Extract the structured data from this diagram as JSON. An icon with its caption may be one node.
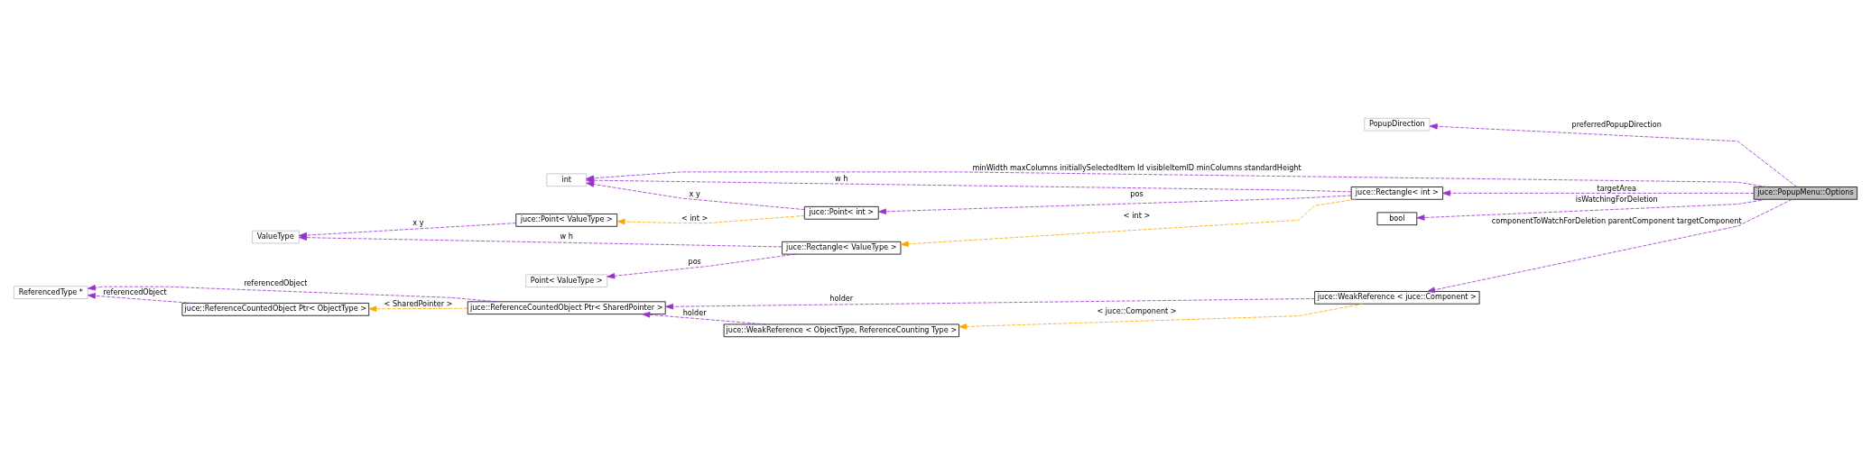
{
  "diagram": {
    "nodes": [
      {
        "text": [
          "juce::PopupMenu::Options"
        ]
      },
      {
        "text": [
          "PopupDirection"
        ]
      },
      {
        "text": [
          "int"
        ]
      },
      {
        "text": [
          "juce::Rectangle< int >"
        ]
      },
      {
        "text": [
          "bool"
        ]
      },
      {
        "text": [
          "juce::WeakReference < juce::Component >"
        ]
      },
      {
        "text": [
          "juce::Point< int >"
        ]
      },
      {
        "text": [
          "juce::Point< ValueType >"
        ]
      },
      {
        "text": [
          "juce::Rectangle< ValueType >"
        ]
      },
      {
        "text": [
          "ValueType"
        ]
      },
      {
        "text": [
          "Point< ValueType >"
        ]
      },
      {
        "text": [
          "juce::ReferenceCountedObject Ptr< SharedPointer >"
        ]
      },
      {
        "text": [
          "juce::WeakReference < ObjectType, ReferenceCounting Type >"
        ]
      },
      {
        "text": [
          "ReferencedType *"
        ]
      },
      {
        "text": [
          "juce::ReferenceCountedObject Ptr< ObjectType >"
        ]
      }
    ],
    "edges": [
      {
        "from": 0,
        "to": 1,
        "arrow": "to",
        "style": "dashed",
        "label": "preferredPopupDirection"
      },
      {
        "from": 0,
        "to": 2,
        "arrow": "to",
        "style": "dashed",
        "label": "minWidth maxColumns initiallySelectedItem Id visibleItemID minColumns standardHeight"
      },
      {
        "from": 0,
        "to": 3,
        "arrow": "to",
        "style": "dashed",
        "label": "targetArea"
      },
      {
        "from": 0,
        "to": 4,
        "arrow": "to",
        "style": "dashed",
        "label": "isWatchingForDeletion"
      },
      {
        "from": 0,
        "to": 5,
        "arrow": "to",
        "style": "dashed",
        "label": "componentToWatchForDeletion parentComponent targetComponent"
      },
      {
        "from": 3,
        "to": 2,
        "arrow": "to",
        "style": "dashed",
        "label": "w h"
      },
      {
        "from": 3,
        "to": 6,
        "arrow": "to",
        "style": "dashed",
        "label": "pos"
      },
      {
        "from": 6,
        "to": 2,
        "arrow": "to",
        "style": "dashed",
        "label": "x y"
      },
      {
        "from": 3,
        "to": 8,
        "arrow": "to",
        "style": "dashed",
        "label": "< int >",
        "color": "#ffa500"
      },
      {
        "from": 6,
        "to": 7,
        "arrow": "to",
        "style": "dashed",
        "label": "< int >",
        "color": "#ffa500"
      },
      {
        "from": 7,
        "to": 9,
        "arrow": "to",
        "style": "dashed",
        "label": "x y"
      },
      {
        "from": 8,
        "to": 9,
        "arrow": "to",
        "style": "dashed",
        "label": "w h"
      },
      {
        "from": 8,
        "to": 10,
        "arrow": "to",
        "style": "dashed",
        "label": "pos"
      },
      {
        "from": 5,
        "to": 11,
        "arrow": "to",
        "style": "dashed",
        "label": "holder"
      },
      {
        "from": 5,
        "to": 12,
        "arrow": "to",
        "style": "dashed",
        "label": "< juce::Component >",
        "color": "#ffa500"
      },
      {
        "from": 12,
        "to": 11,
        "arrow": "to",
        "style": "dashed",
        "label": "holder"
      },
      {
        "from": 11,
        "to": 13,
        "arrow": "to",
        "style": "dashed",
        "label": "referencedObject"
      },
      {
        "from": 11,
        "to": 14,
        "arrow": "to",
        "style": "dashed",
        "label": "< SharedPointer >",
        "color": "#ffa500"
      },
      {
        "from": 14,
        "to": 13,
        "arrow": "to",
        "style": "dashed",
        "label": "referencedObject"
      }
    ]
  }
}
